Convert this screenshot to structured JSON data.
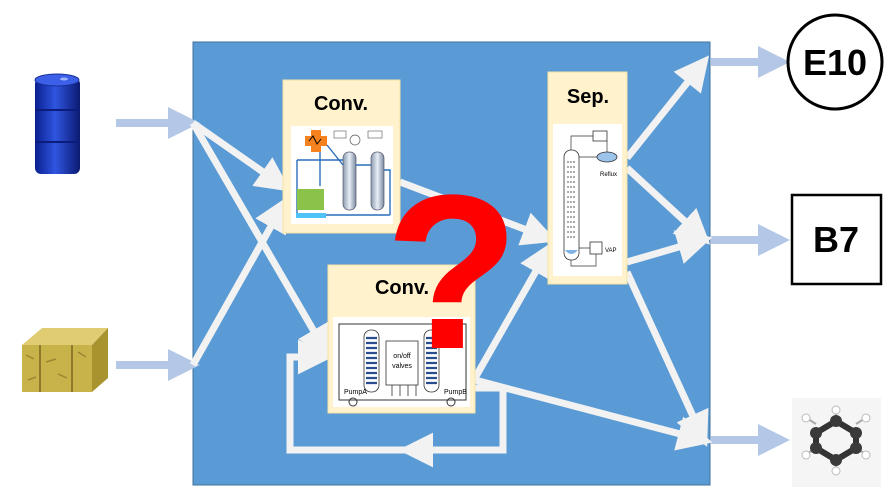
{
  "feedstocks": [
    {
      "icon": "oil-barrel-icon"
    },
    {
      "icon": "hay-bale-icon"
    }
  ],
  "units": {
    "conv_top": {
      "title": "Conv."
    },
    "conv_bottom": {
      "title": "Conv.",
      "pump_a": "PumpA",
      "pump_b": "PumpB",
      "valves": [
        "on/off",
        "valves"
      ]
    },
    "separator": {
      "title": "Sep.",
      "reflux": "Reflux",
      "vap": "VAP"
    }
  },
  "unknown_mark": "?",
  "products": [
    {
      "label": "E10",
      "shape": "circle"
    },
    {
      "label": "B7",
      "shape": "square"
    },
    {
      "icon": "benzene-molecule-icon"
    }
  ],
  "colors": {
    "process_box": "#5b9bd5",
    "unit_card": "#fff2cc",
    "arrow_light": "#b4c7e7",
    "arrow_white": "#f2f2f2",
    "question_mark": "#ff0000",
    "barrel": "#1f3fbf",
    "hay": "#c8b24a"
  }
}
